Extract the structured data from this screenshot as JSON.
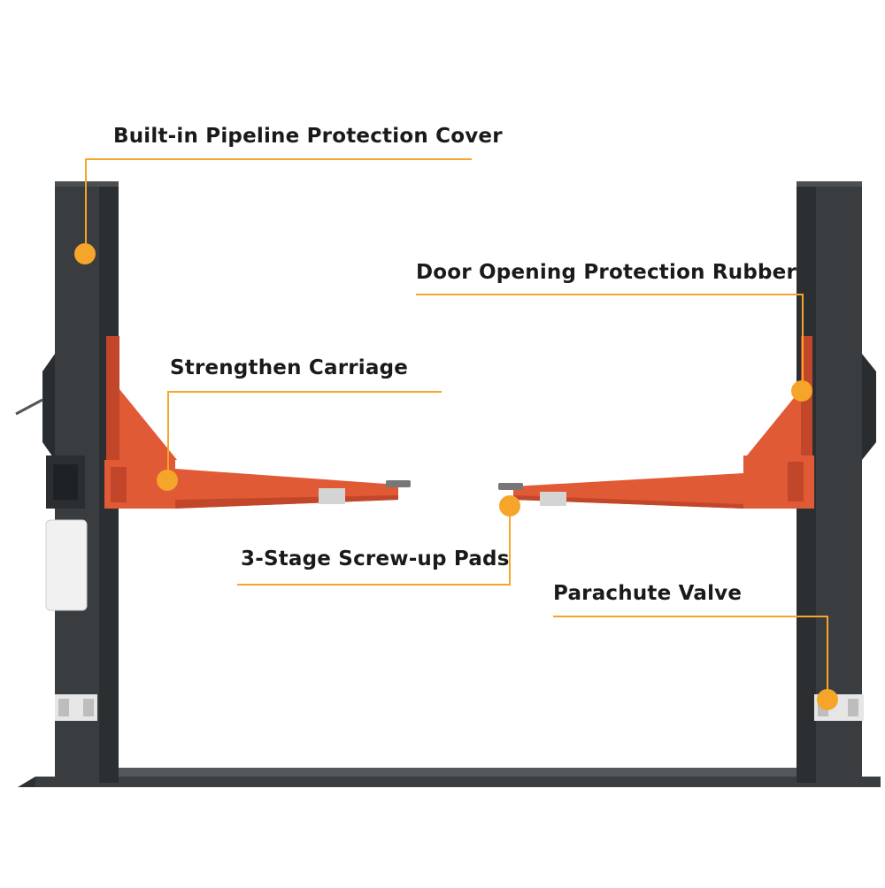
{
  "callouts": {
    "pipeline_cover": "Built-in Pipeline Protection Cover",
    "door_rubber": "Door Opening Protection Rubber",
    "carriage": "Strengthen Carriage",
    "pads": "3-Stage Screw-up Pads",
    "parachute_valve": "Parachute Valve"
  },
  "colors": {
    "column": "#3a3d3f",
    "column_shade": "#2c2f31",
    "arm": "#e05a35",
    "arm_shade": "#c2472a",
    "accent": "#f4a52a",
    "base_plate": "#474a4c"
  }
}
